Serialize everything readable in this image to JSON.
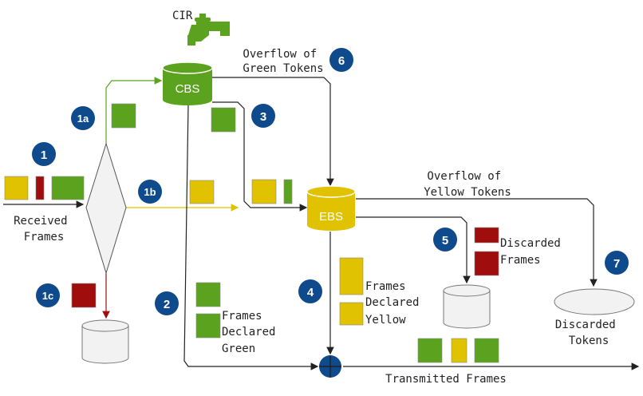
{
  "colors": {
    "green": "#5ba31f",
    "yellow": "#e0c200",
    "red": "#a00d0d",
    "badge": "#0e4a8c",
    "arrow": "#222222",
    "gray_fill": "#f2f2f2"
  },
  "icons": {
    "tap": "faucet-icon"
  },
  "labels": {
    "cir": "CIR",
    "overflow_green_1": "Overflow of",
    "overflow_green_2": "Green Tokens",
    "overflow_yellow_1": "Overflow of",
    "overflow_yellow_2": "Yellow Tokens",
    "received_1": "Received",
    "received_2": "Frames",
    "declared_green_1": "Frames",
    "declared_green_2": "Declared",
    "declared_green_3": "Green",
    "declared_yellow_1": "Frames",
    "declared_yellow_2": "Declared",
    "declared_yellow_3": "Yellow",
    "discarded_frames_1": "Discarded",
    "discarded_frames_2": "Frames",
    "discarded_tokens_1": "Discarded",
    "discarded_tokens_2": "Tokens",
    "transmitted": "Transmitted Frames"
  },
  "buckets": {
    "cbs": "CBS",
    "ebs": "EBS"
  },
  "badges": {
    "b1": "1",
    "b1a": "1a",
    "b1b": "1b",
    "b1c": "1c",
    "b2": "2",
    "b3": "3",
    "b4": "4",
    "b5": "5",
    "b6": "6",
    "b7": "7"
  }
}
